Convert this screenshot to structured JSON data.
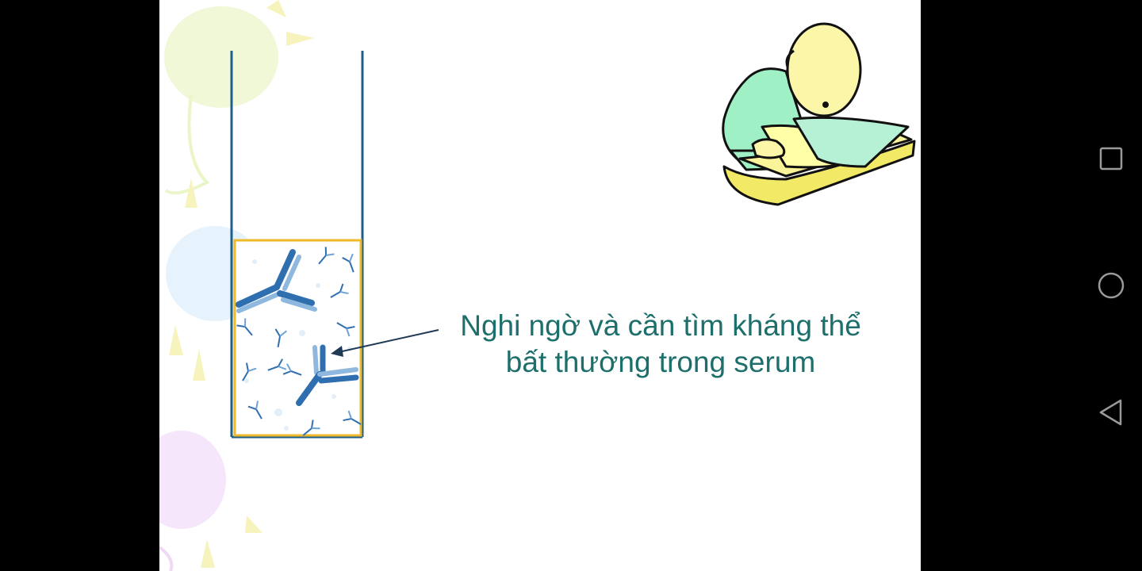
{
  "slide": {
    "caption_line1": "Nghi ngờ và cần tìm kháng thể",
    "caption_line2": "bất thường trong serum",
    "caption_color": "#1d6f6b",
    "tube_color": "#1f5f8b",
    "sample_border_color": "#f0b92a"
  },
  "navigation_bar": {
    "buttons": [
      {
        "icon": "square-icon",
        "action": "recents"
      },
      {
        "icon": "circle-icon",
        "action": "home"
      },
      {
        "icon": "triangle-icon",
        "action": "back"
      }
    ]
  }
}
